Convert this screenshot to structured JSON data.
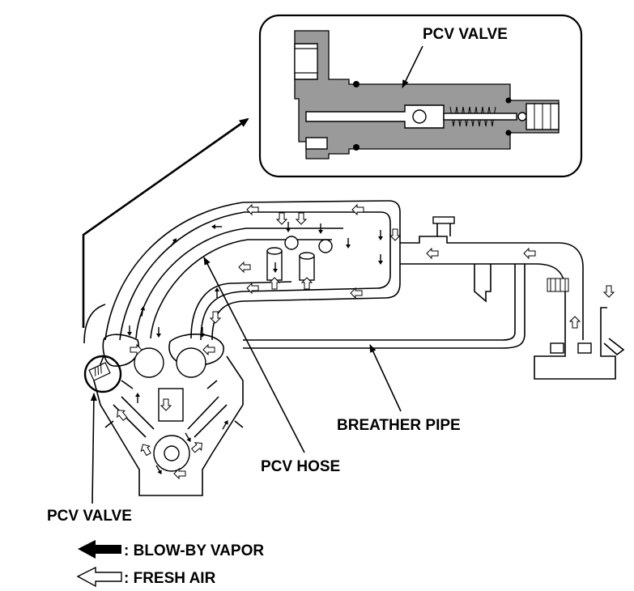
{
  "labels": {
    "pcv_valve_detail": "PCV VALVE",
    "breather_pipe": "BREATHER PIPE",
    "pcv_hose": "PCV HOSE",
    "pcv_valve": "PCV VALVE"
  },
  "legend": {
    "blow_by": ": BLOW-BY VAPOR",
    "fresh_air": ": FRESH AIR"
  },
  "colors": {
    "line": "#000000",
    "valve_body": "#9a9a9a",
    "background": "#ffffff"
  },
  "icons": {
    "blow_by": "solid-arrow-left-icon",
    "fresh_air": "hollow-arrow-left-icon"
  }
}
